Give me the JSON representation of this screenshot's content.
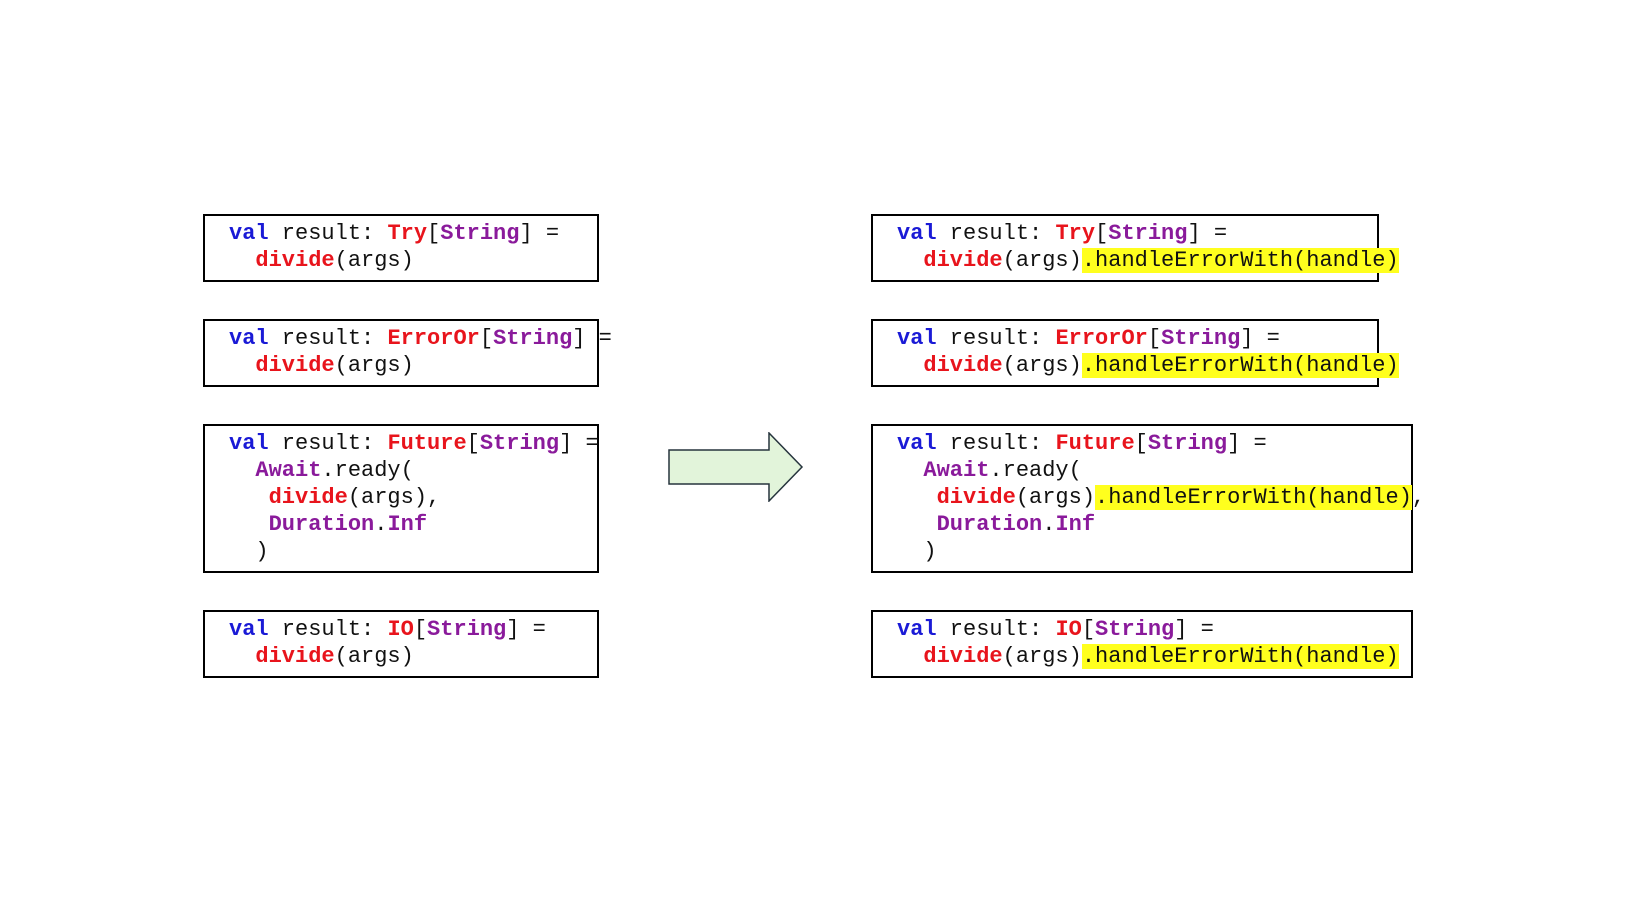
{
  "colors": {
    "keyword": "#1a1ad6",
    "type": "#e8141c",
    "generic": "#8a1a9b",
    "plain": "#111111",
    "highlight": "#ffff1e",
    "arrow_fill": "#e2f4da",
    "arrow_stroke": "#26343d",
    "box_border": "#000000"
  },
  "left_column": [
    {
      "lines": [
        [
          {
            "t": "val",
            "c": "kw"
          },
          {
            "t": " result: ",
            "c": "pl"
          },
          {
            "t": "Try",
            "c": "ty"
          },
          {
            "t": "[",
            "c": "pl"
          },
          {
            "t": "String",
            "c": "gen"
          },
          {
            "t": "] =",
            "c": "pl"
          }
        ],
        [
          {
            "t": "  ",
            "c": "pl"
          },
          {
            "t": "divide",
            "c": "ty"
          },
          {
            "t": "(args)",
            "c": "pl"
          }
        ]
      ]
    },
    {
      "lines": [
        [
          {
            "t": "val",
            "c": "kw"
          },
          {
            "t": " result: ",
            "c": "pl"
          },
          {
            "t": "ErrorOr",
            "c": "ty"
          },
          {
            "t": "[",
            "c": "pl"
          },
          {
            "t": "String",
            "c": "gen"
          },
          {
            "t": "] =",
            "c": "pl"
          }
        ],
        [
          {
            "t": "  ",
            "c": "pl"
          },
          {
            "t": "divide",
            "c": "ty"
          },
          {
            "t": "(args)",
            "c": "pl"
          }
        ]
      ]
    },
    {
      "lines": [
        [
          {
            "t": "val",
            "c": "kw"
          },
          {
            "t": " result: ",
            "c": "pl"
          },
          {
            "t": "Future",
            "c": "ty"
          },
          {
            "t": "[",
            "c": "pl"
          },
          {
            "t": "String",
            "c": "gen"
          },
          {
            "t": "] =",
            "c": "pl"
          }
        ],
        [
          {
            "t": "  ",
            "c": "pl"
          },
          {
            "t": "Await",
            "c": "gen"
          },
          {
            "t": ".ready(",
            "c": "pl"
          }
        ],
        [
          {
            "t": "   ",
            "c": "pl"
          },
          {
            "t": "divide",
            "c": "ty"
          },
          {
            "t": "(args),",
            "c": "pl"
          }
        ],
        [
          {
            "t": "   ",
            "c": "pl"
          },
          {
            "t": "Duration",
            "c": "gen"
          },
          {
            "t": ".",
            "c": "pl"
          },
          {
            "t": "Inf",
            "c": "gen"
          }
        ],
        [
          {
            "t": "  )",
            "c": "pl"
          }
        ]
      ]
    },
    {
      "lines": [
        [
          {
            "t": "val",
            "c": "kw"
          },
          {
            "t": " result: ",
            "c": "pl"
          },
          {
            "t": "IO",
            "c": "ty"
          },
          {
            "t": "[",
            "c": "pl"
          },
          {
            "t": "String",
            "c": "gen"
          },
          {
            "t": "] =",
            "c": "pl"
          }
        ],
        [
          {
            "t": "  ",
            "c": "pl"
          },
          {
            "t": "divide",
            "c": "ty"
          },
          {
            "t": "(args)",
            "c": "pl"
          }
        ]
      ]
    }
  ],
  "right_column": [
    {
      "lines": [
        [
          {
            "t": "val",
            "c": "kw"
          },
          {
            "t": " result: ",
            "c": "pl"
          },
          {
            "t": "Try",
            "c": "ty"
          },
          {
            "t": "[",
            "c": "pl"
          },
          {
            "t": "String",
            "c": "gen"
          },
          {
            "t": "] =",
            "c": "pl"
          }
        ],
        [
          {
            "t": "  ",
            "c": "pl"
          },
          {
            "t": "divide",
            "c": "ty"
          },
          {
            "t": "(args)",
            "c": "pl"
          },
          {
            "t": ".handleErrorWith(handle)",
            "c": "pl hl"
          }
        ]
      ]
    },
    {
      "lines": [
        [
          {
            "t": "val",
            "c": "kw"
          },
          {
            "t": " result: ",
            "c": "pl"
          },
          {
            "t": "ErrorOr",
            "c": "ty"
          },
          {
            "t": "[",
            "c": "pl"
          },
          {
            "t": "String",
            "c": "gen"
          },
          {
            "t": "] =",
            "c": "pl"
          }
        ],
        [
          {
            "t": "  ",
            "c": "pl"
          },
          {
            "t": "divide",
            "c": "ty"
          },
          {
            "t": "(args)",
            "c": "pl"
          },
          {
            "t": ".handleErrorWith(handle)",
            "c": "pl hl"
          }
        ]
      ]
    },
    {
      "lines": [
        [
          {
            "t": "val",
            "c": "kw"
          },
          {
            "t": " result: ",
            "c": "pl"
          },
          {
            "t": "Future",
            "c": "ty"
          },
          {
            "t": "[",
            "c": "pl"
          },
          {
            "t": "String",
            "c": "gen"
          },
          {
            "t": "] =",
            "c": "pl"
          }
        ],
        [
          {
            "t": "  ",
            "c": "pl"
          },
          {
            "t": "Await",
            "c": "gen"
          },
          {
            "t": ".ready(",
            "c": "pl"
          }
        ],
        [
          {
            "t": "   ",
            "c": "pl"
          },
          {
            "t": "divide",
            "c": "ty"
          },
          {
            "t": "(args)",
            "c": "pl"
          },
          {
            "t": ".handleErrorWith(handle)",
            "c": "pl hl"
          },
          {
            "t": ",",
            "c": "pl"
          }
        ],
        [
          {
            "t": "   ",
            "c": "pl"
          },
          {
            "t": "Duration",
            "c": "gen"
          },
          {
            "t": ".",
            "c": "pl"
          },
          {
            "t": "Inf",
            "c": "gen"
          }
        ],
        [
          {
            "t": "  )",
            "c": "pl"
          }
        ]
      ]
    },
    {
      "lines": [
        [
          {
            "t": "val",
            "c": "kw"
          },
          {
            "t": " result: ",
            "c": "pl"
          },
          {
            "t": "IO",
            "c": "ty"
          },
          {
            "t": "[",
            "c": "pl"
          },
          {
            "t": "String",
            "c": "gen"
          },
          {
            "t": "] =",
            "c": "pl"
          }
        ],
        [
          {
            "t": "  ",
            "c": "pl"
          },
          {
            "t": "divide",
            "c": "ty"
          },
          {
            "t": "(args)",
            "c": "pl"
          },
          {
            "t": ".handleErrorWith(handle)",
            "c": "pl hl"
          }
        ]
      ]
    }
  ]
}
